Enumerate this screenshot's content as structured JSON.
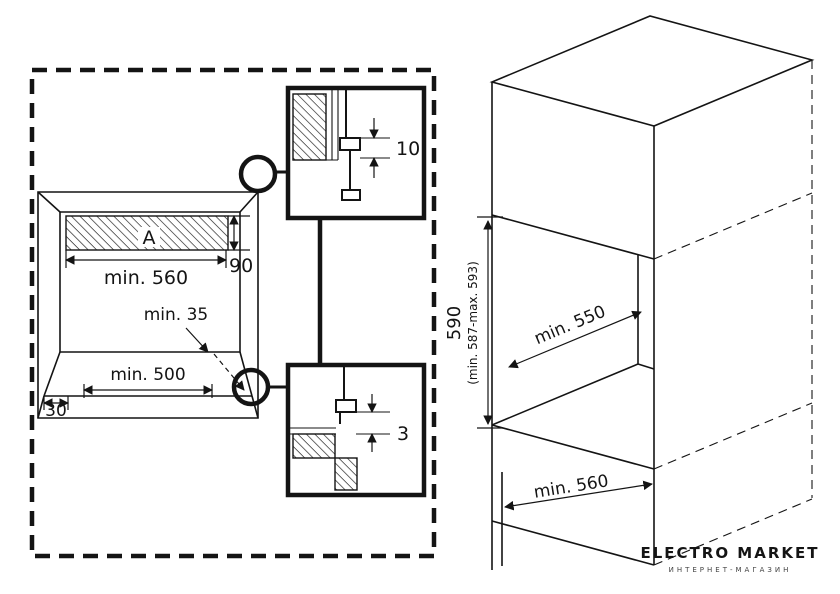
{
  "diagram": {
    "front_view": {
      "label_a": "A",
      "dim_top_width": "min. 560",
      "dim_strip_height": "90",
      "dim_min35": "min. 35",
      "dim_bottom_width": "min. 500",
      "dim_30": "30"
    },
    "detail_top": {
      "dim_gap": "10"
    },
    "detail_bottom": {
      "dim_gap": "3"
    },
    "iso_view": {
      "dim_height": "590",
      "dim_height_range": "(min. 587-max. 593)",
      "dim_depth": "min. 550",
      "dim_width": "min. 560"
    },
    "logo": {
      "title": "ELECTRO MARKET",
      "subtitle": "ИНТЕРНЕТ-МАГАЗИН"
    }
  }
}
